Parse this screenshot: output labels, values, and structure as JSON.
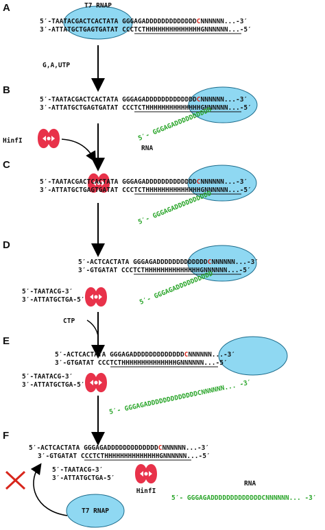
{
  "panels": {
    "A": {
      "label": "A",
      "enzyme": "T7 RNAP",
      "top": {
        "pre": "5′-TAATACGACTCACTATA GGGAGADDDDDDDDDDDDD",
        "c": "C",
        "post": "NNNNNN...-3′"
      },
      "bottom": "3′-ATTATGCTGAGTGATAT CCCTCTHHHHHHHHHHHHHHGNNNNNN...-5′"
    },
    "B": {
      "label": "B",
      "nucleotides": "G,A,UTP",
      "top": {
        "pre": "5′-TAATACGACTCACTATA GGGAGADDDDDDDDDDDDD",
        "c": "C",
        "post": "NNNNNN...-3′"
      },
      "bottom": "3′-ATTATGCTGAGTGATAT CCCTCTHHHHHHHHHHHHHHGNNNNNN...-5′",
      "rna_seq": "5′- GGGAGADDDDDDDDDD",
      "rna_label": "RNA",
      "hinf": "HinfI"
    },
    "C": {
      "label": "C",
      "top": {
        "pre": "5′-TAATACGACTCACTATA GGGAGADDDDDDDDDDDDD",
        "c": "C",
        "post": "NNNNNN...-3′"
      },
      "bottom": "3′-ATTATGCTGAGTGATAT CCCTCTHHHHHHHHHHHHHHGNNNNNN...-5′",
      "rna_seq": "5′- GGGAGADDDDDDDDDD"
    },
    "D": {
      "label": "D",
      "top": {
        "pre": "5′-ACTCACTATA GGGAGADDDDDDDDDDDDD",
        "c": "C",
        "post": "NNNNNN...-3′"
      },
      "bottom": "3′-GTGATAT CCCTCTHHHHHHHHHHHHHHGNNNNNN...-5′",
      "frag_top": "5′-TAATACG-3′",
      "frag_bottom": "3′-ATTATGCTGA-5′",
      "rna_seq": "5′- GGGAGADDDDDDDDDD",
      "nucleotides": "CTP"
    },
    "E": {
      "label": "E",
      "top": {
        "pre": "5′-ACTCACTATA GGGAGADDDDDDDDDDDDD",
        "c": "C",
        "post": "NNNNNN...-3′"
      },
      "bottom": "3′-GTGATAT CCCTCTHHHHHHHHHHHHHHGNNNNNN...-5′",
      "frag_top": "5′-TAATACG-3′",
      "frag_bottom": "3′-ATTATGCTGA-5′",
      "rna_seq": "5′- GGGAGADDDDDDDDDDDDDCNNNNNN... -3′"
    },
    "F": {
      "label": "F",
      "top": {
        "pre": "5′-ACTCACTATA GGGAGADDDDDDDDDDDDD",
        "c": "C",
        "post": "NNNNNN...-3′"
      },
      "bottom": "3′-GTGATAT CCCTCTHHHHHHHHHHHHHHGNNNNNN...-5′",
      "frag_top": "5′-TAATACG-3′",
      "frag_bottom": "3′-ATTATGCTGA-5′",
      "hinf": "HinfI",
      "rna_label": "RNA",
      "rna_seq": "5′- GGGAGADDDDDDDDDDDDDCNNNNNN... -3′",
      "enzyme": "T7 RNAP"
    }
  },
  "colors": {
    "polymerase": "#8fd8f2",
    "enzyme": "#e8324a",
    "rna": "#2aa52a",
    "highlight": "#d8261c"
  }
}
